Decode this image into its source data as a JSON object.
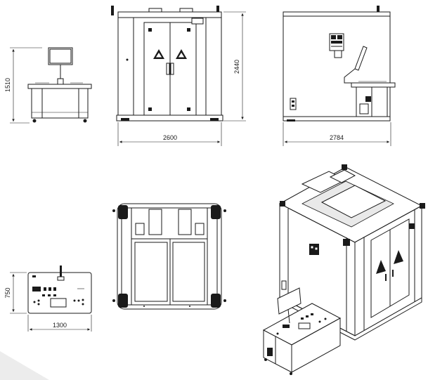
{
  "dimensions": {
    "console_height": "1510",
    "cabinet_height": "2440",
    "cabinet_width": "2600",
    "cabinet_depth": "2784",
    "console_depth": "750",
    "console_width": "1300"
  }
}
